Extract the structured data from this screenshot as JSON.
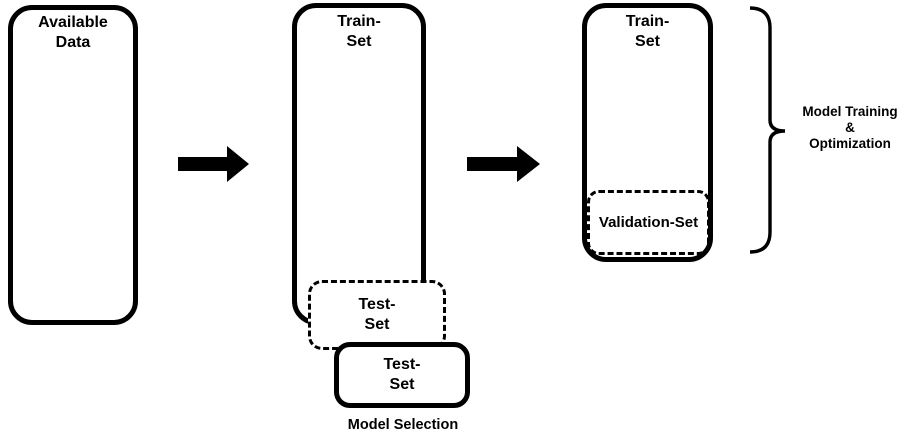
{
  "colors": {
    "background": "#ffffff",
    "ink": "#000000"
  },
  "stage1": {
    "available_box": {
      "label": "Available\nData"
    }
  },
  "stage2": {
    "train_box": {
      "label": "Train-\nSet"
    },
    "test_box_ghost": {
      "label": "Test-\nSet"
    },
    "test_box": {
      "label": "Test-\nSet"
    },
    "caption": "Model Selection"
  },
  "stage3": {
    "train_box": {
      "label": "Train-\nSet"
    },
    "validation_box": {
      "label": "Validation-Set"
    },
    "brace_caption": "Model Training\n&\nOptimization"
  },
  "icons": {
    "arrow1": "arrow-right",
    "arrow2": "arrow-right",
    "brace": "curly-brace-right"
  }
}
